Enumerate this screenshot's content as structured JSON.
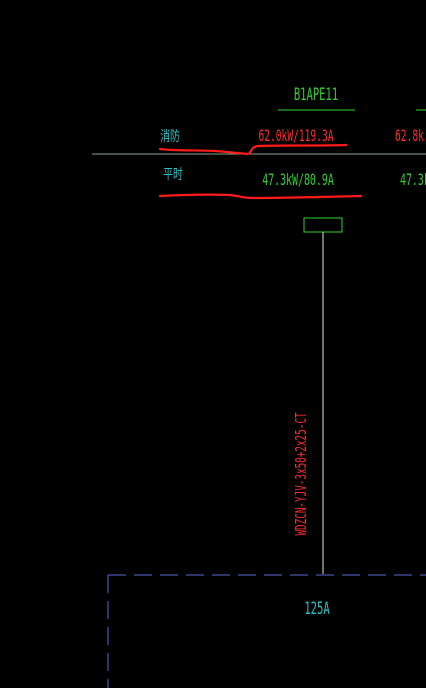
{
  "panel": {
    "id": "B1APE11",
    "id_color": "#2fd02f"
  },
  "rows": [
    {
      "label": "消防",
      "label_color": "#27c4c9",
      "value": "62.0kW/119.3A",
      "value_color": "#ff2b2b",
      "next_value": "62.8k"
    },
    {
      "label": "平时",
      "label_color": "#27c4c9",
      "value": "47.3kW/80.9A",
      "value_color": "#2fd02f",
      "next_value": "47.3k"
    }
  ],
  "cable": {
    "spec": "WDZCN-YJV-3x50+2x25-CT",
    "color": "#ff2b2b"
  },
  "breaker": {
    "rating": "125A",
    "color": "#27c4c9"
  },
  "colors": {
    "background": "#000000",
    "green": "#2fd02f",
    "red_markup": "#ff1a1a",
    "dashed_frame": "#5a6cd6",
    "divider": "#8ea58e",
    "cyan": "#27c4c9"
  }
}
